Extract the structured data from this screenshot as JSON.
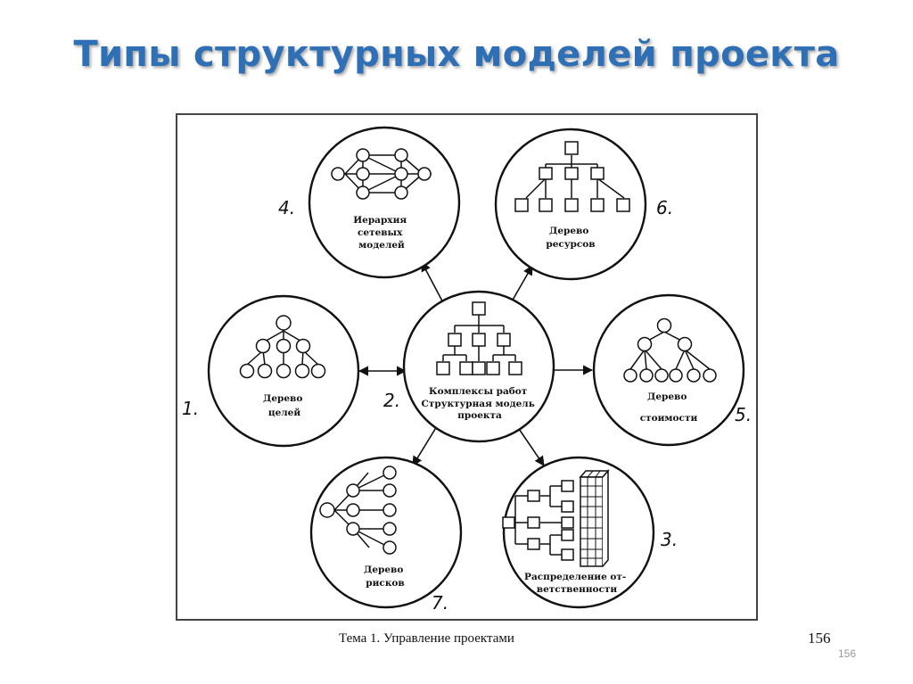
{
  "title": "Типы структурных моделей проекта",
  "diagram": {
    "center": {
      "lines": [
        "Комплексы работ",
        "Структурная модель",
        "проекта"
      ],
      "number": "2."
    },
    "nodes": [
      {
        "id": "goals",
        "lines": [
          "Дерево",
          "целей"
        ],
        "number": "1."
      },
      {
        "id": "networks",
        "lines": [
          "Иерархия",
          "сетевых",
          "моделей"
        ],
        "number": "4."
      },
      {
        "id": "resources",
        "lines": [
          "Дерево",
          "ресурсов"
        ],
        "number": "6."
      },
      {
        "id": "cost",
        "lines": [
          "Дерево",
          "стоимости"
        ],
        "number": "5."
      },
      {
        "id": "responsibility",
        "lines": [
          "Распределение от-",
          "ветственности"
        ],
        "number": "3."
      },
      {
        "id": "risks",
        "lines": [
          "Дерево",
          "рисков"
        ],
        "number": "7."
      }
    ]
  },
  "footer": {
    "topic": "Тема 1. Управление проектами",
    "page": "156"
  },
  "slide_number": "156"
}
